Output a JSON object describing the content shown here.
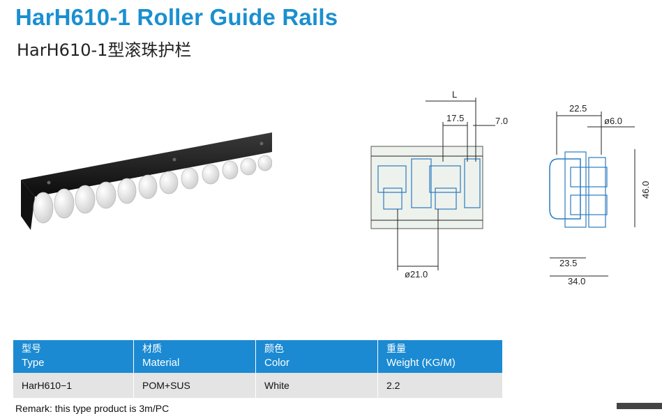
{
  "header": {
    "title": "HarH610-1 Roller Guide Rails",
    "subtitle": "HarH610-1型滚珠护栏"
  },
  "drawing": {
    "side": {
      "length_label": "L",
      "pitch": "17.5",
      "offset": "7.0",
      "roller_diameter": "ø21.0"
    },
    "section": {
      "width_top": "22.5",
      "pin_diameter": "ø6.0",
      "height": "46.0",
      "inner_width": "23.5",
      "overall_width": "34.0"
    }
  },
  "spec_table": {
    "headers": [
      {
        "cn": "型号",
        "en": "Type"
      },
      {
        "cn": "材质",
        "en": "Material"
      },
      {
        "cn": "颜色",
        "en": "Color"
      },
      {
        "cn": "重量",
        "en": "Weight (KG/M)"
      }
    ],
    "rows": [
      [
        "HarH610−1",
        "POM+SUS",
        "White",
        "2.2"
      ]
    ]
  },
  "footer": {
    "note": "Remark: this type product is 3m/PC"
  },
  "colors": {
    "title": "#1a8fd0",
    "table_header": "#1b8ad2",
    "table_row": "#e4e4e4"
  }
}
